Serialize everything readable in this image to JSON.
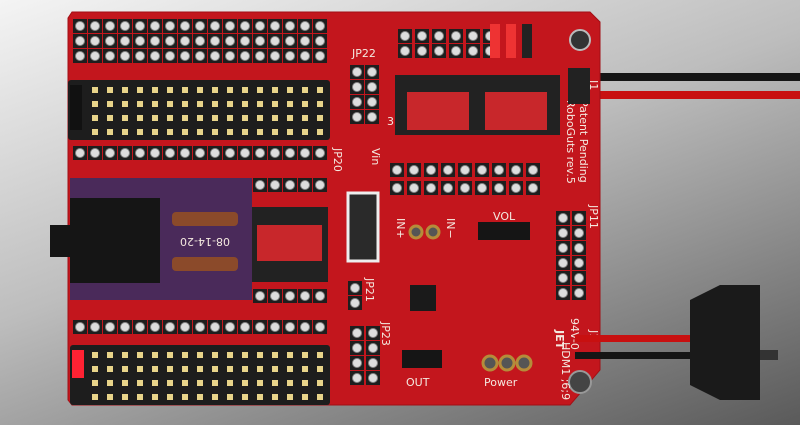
{
  "board": {
    "labels": {
      "jp22": "JP22",
      "jp3": "3",
      "vin": "Vin",
      "jp20": "JP20",
      "jp21": "JP21",
      "jp23": "JP23",
      "jp11": "JP11",
      "in_plus": "IN+",
      "in_minus": "IN−",
      "vol": "VOL",
      "out": "OUT",
      "power": "Power",
      "patent": "Patent Pending",
      "roboguts": "RoboGuts rev.5",
      "daughter_date": "08-14-20",
      "rating": "94V-0",
      "maker": "JET",
      "code": "HDM1 ;6;9",
      "j1_top": "J1",
      "j1_bottom": "J1"
    },
    "colors": {
      "pcb": "#c3161d",
      "daughter": "#4a2a5a",
      "header": "#1e1e1e",
      "gold": "#e8d48a"
    }
  }
}
